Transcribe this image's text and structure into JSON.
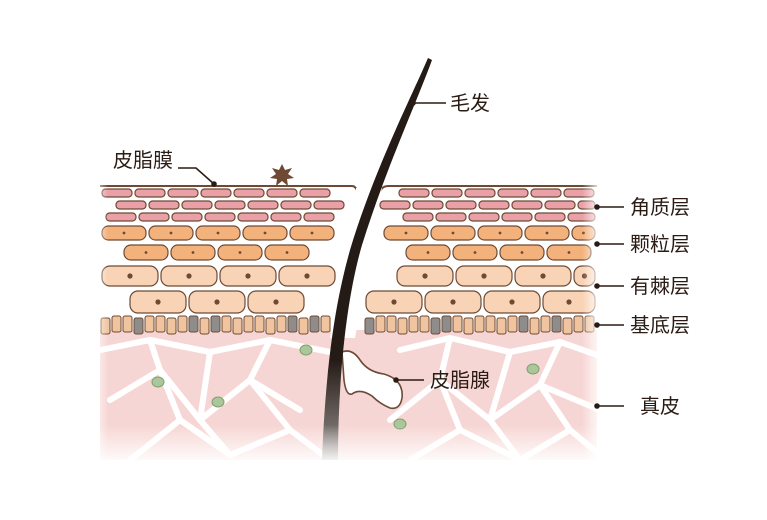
{
  "labels": {
    "hair": "毛发",
    "sebum_film": "皮脂膜",
    "stratum_corneum": "角质层",
    "stratum_granulosum": "颗粒层",
    "stratum_spinosum": "有棘层",
    "stratum_basale": "基底层",
    "sebaceous_gland": "皮脂腺",
    "dermis": "真皮"
  },
  "colors": {
    "outline": "#6e4a35",
    "corneum_cell": "#e9a0a6",
    "granular_cell": "#f3b27c",
    "spinous_cell": "#f8d3b5",
    "basal_light": "#f0c49e",
    "basal_dark": "#8f8d8b",
    "dermis": "#f6d6d4",
    "dermis_line": "#ffffff",
    "gland": "#ffffff",
    "dot": "#a9c79a",
    "hair": "#241a16"
  }
}
